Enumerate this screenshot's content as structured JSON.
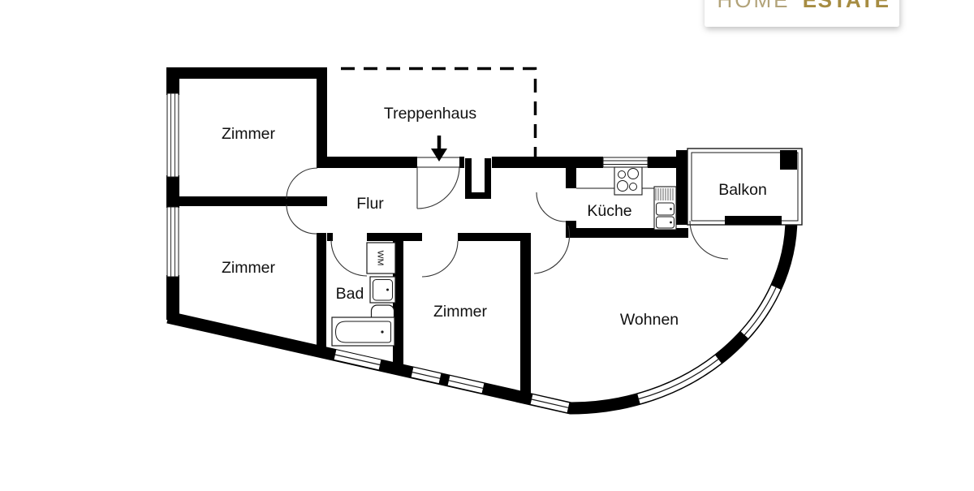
{
  "brand": {
    "name_regular": "HOME",
    "name_bold": "ESTATE",
    "color_regular": "#b2a379",
    "color_bold": "#a68c42"
  },
  "floor_plan": {
    "background": "#ffffff",
    "wall_color": "#000000",
    "rooms": {
      "zimmer_top_left": {
        "label": "Zimmer"
      },
      "zimmer_mid_left": {
        "label": "Zimmer"
      },
      "zimmer_bottom": {
        "label": "Zimmer"
      },
      "treppenhaus": {
        "label": "Treppenhaus"
      },
      "flur": {
        "label": "Flur"
      },
      "bad": {
        "label": "Bad"
      },
      "kueche": {
        "label": "Küche"
      },
      "balkon": {
        "label": "Balkon"
      },
      "wohnen": {
        "label": "Wohnen"
      }
    },
    "fixtures": {
      "washing_machine": {
        "label": "WM"
      }
    }
  }
}
